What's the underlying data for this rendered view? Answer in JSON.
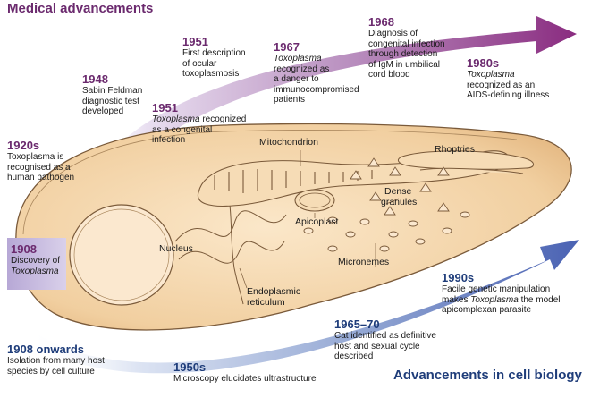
{
  "headers": {
    "medical": "Medical advancements",
    "cell_biology": "Advancements in cell biology"
  },
  "organelles": {
    "mitochondrion": "Mitochondrion",
    "rhoptries": "Rhoptries",
    "dense_granules_1": "Dense",
    "dense_granules_2": "granules",
    "apicoplast": "Apicoplast",
    "nucleus": "Nucleus",
    "micronemes": "Micronemes",
    "er_1": "Endoplasmic",
    "er_2": "reticulum"
  },
  "medical_events": {
    "e1920": {
      "year": "1920s",
      "l1": "Toxoplasma is",
      "l2": "recognised as a",
      "l3": "human pathogen"
    },
    "e1948": {
      "year": "1948",
      "l1": "Sabin Feldman",
      "l2": "diagnostic test",
      "l3": "developed"
    },
    "e1951a": {
      "year": "1951",
      "l1": "First description",
      "l2": "of ocular",
      "l3": "toxoplasmosis"
    },
    "e1951b": {
      "year": "1951",
      "l1_i": "Toxoplasma",
      "l1_r": " recognized",
      "l2": "as a congenital",
      "l3": "infection"
    },
    "e1967": {
      "year": "1967",
      "l1_i": "Toxoplasma",
      "l2": "recognized as",
      "l3": "a danger to",
      "l4": "immunocompromised",
      "l5": "patients"
    },
    "e1968": {
      "year": "1968",
      "l1": "Diagnosis of",
      "l2": "congenital infection",
      "l3": "through detection",
      "l4": "of IgM in umbilical",
      "l5": "cord blood"
    },
    "e1980": {
      "year": "1980s",
      "l1_i": "Toxoplasma",
      "l2": "recognized as an",
      "l3": "AIDS-defining illness"
    }
  },
  "cell_events": {
    "e1908": {
      "year": "1908",
      "l1": "Discovery of",
      "l2_i": "Toxoplasma"
    },
    "e1908on": {
      "year": "1908 onwards",
      "l1": "Isolation from many host",
      "l2": "species by cell culture"
    },
    "e1950": {
      "year": "1950s",
      "l1": "Microscopy elucidates ultrastructure"
    },
    "e1965": {
      "year": "1965–70",
      "l1": "Cat identified as definitive",
      "l2": "host and sexual cycle",
      "l3": "described"
    },
    "e1990": {
      "year": "1990s",
      "l1": "Facile genetic manipulation",
      "l2_r": "makes ",
      "l2_i": "Toxoplasma",
      "l2_r2": " the model",
      "l3": "apicomplexan parasite"
    }
  },
  "colors": {
    "purple": "#6b2a6e",
    "blue": "#1f3d7a",
    "cell_fill": "#f3d9b5",
    "cell_outline": "#7a5a3a"
  }
}
